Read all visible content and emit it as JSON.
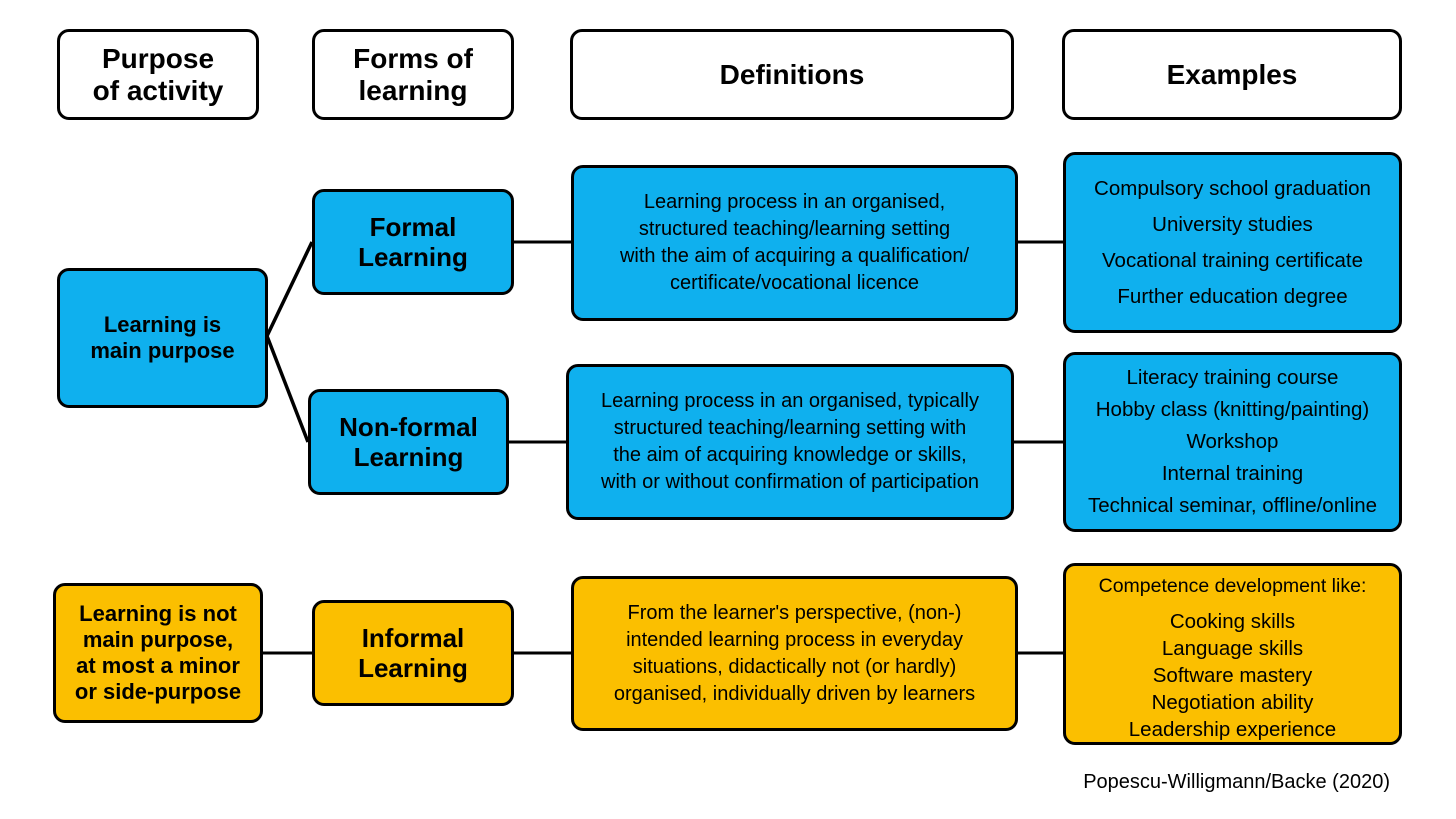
{
  "headers": {
    "purpose": [
      "Purpose",
      "of activity"
    ],
    "forms": [
      "Forms of",
      "learning"
    ],
    "definitions": "Definitions",
    "examples": "Examples"
  },
  "purpose": {
    "main": [
      "Learning is",
      "main purpose"
    ],
    "not_main": [
      "Learning is not",
      "main purpose,",
      "at most a minor",
      "or side-purpose"
    ]
  },
  "forms": {
    "formal": [
      "Formal",
      "Learning"
    ],
    "nonformal": [
      "Non-formal",
      "Learning"
    ],
    "informal": [
      "Informal",
      "Learning"
    ]
  },
  "definitions": {
    "formal": [
      "Learning process in an organised,",
      "structured teaching/learning setting",
      "with the aim of acquiring a qualification/",
      "certificate/vocational licence"
    ],
    "nonformal": [
      "Learning process in an organised, typically",
      "structured teaching/learning setting with",
      "the aim of acquiring knowledge or skills,",
      "with or without confirmation of participation"
    ],
    "informal": [
      "From the learner's perspective, (non-)",
      "intended learning process in everyday",
      "situations, didactically not (or hardly)",
      "organised, individually driven by learners"
    ]
  },
  "examples": {
    "formal": [
      "Compulsory school graduation",
      "University studies",
      "Vocational training certificate",
      "Further education degree"
    ],
    "nonformal": [
      "Literacy training course",
      "Hobby class (knitting/painting)",
      "Workshop",
      "Internal training",
      "Technical seminar, offline/online"
    ],
    "informal_intro": "Competence development like:",
    "informal": [
      "Cooking skills",
      "Language skills",
      "Software mastery",
      "Negotiation ability",
      "Leadership experience"
    ]
  },
  "credit": "Popescu-Willigmann/Backe (2020)",
  "colors": {
    "blue": "#0fb0ee",
    "orange": "#fbbf00",
    "border": "#000000"
  }
}
